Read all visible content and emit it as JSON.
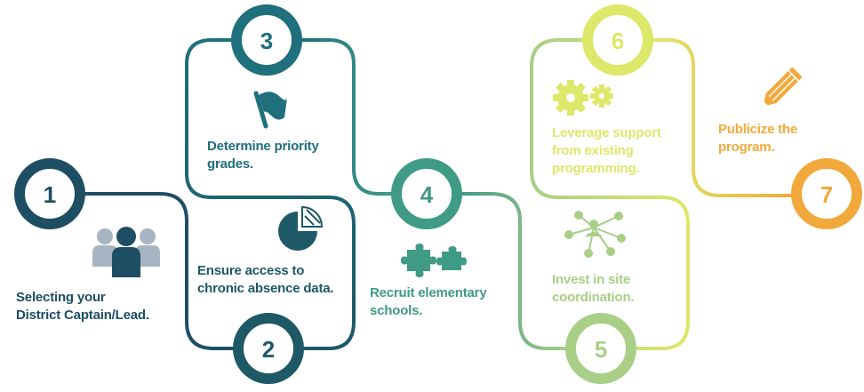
{
  "colors": {
    "step1": "#1e4e64",
    "step2": "#1f5867",
    "step3": "#1f6f7d",
    "step4": "#3f9a86",
    "step5": "#a9cf86",
    "step6": "#dde86a",
    "step7": "#f2a93b"
  },
  "steps": [
    {
      "number": "1",
      "lines": [
        "Selecting your",
        "District Captain/Lead."
      ],
      "icon": "people-icon"
    },
    {
      "number": "2",
      "lines": [
        "Ensure access to",
        "chronic absence data."
      ],
      "icon": "pie-chart-icon"
    },
    {
      "number": "3",
      "lines": [
        "Determine priority",
        "grades."
      ],
      "icon": "flag-icon"
    },
    {
      "number": "4",
      "lines": [
        "Recruit elementary",
        "schools."
      ],
      "icon": "puzzle-icon"
    },
    {
      "number": "5",
      "lines": [
        "Invest in site",
        "coordination."
      ],
      "icon": "network-icon"
    },
    {
      "number": "6",
      "lines": [
        "Leverage support",
        "from existing",
        "programming."
      ],
      "icon": "gears-icon"
    },
    {
      "number": "7",
      "lines": [
        "Publicize the",
        "program."
      ],
      "icon": "pencil-icon"
    }
  ]
}
